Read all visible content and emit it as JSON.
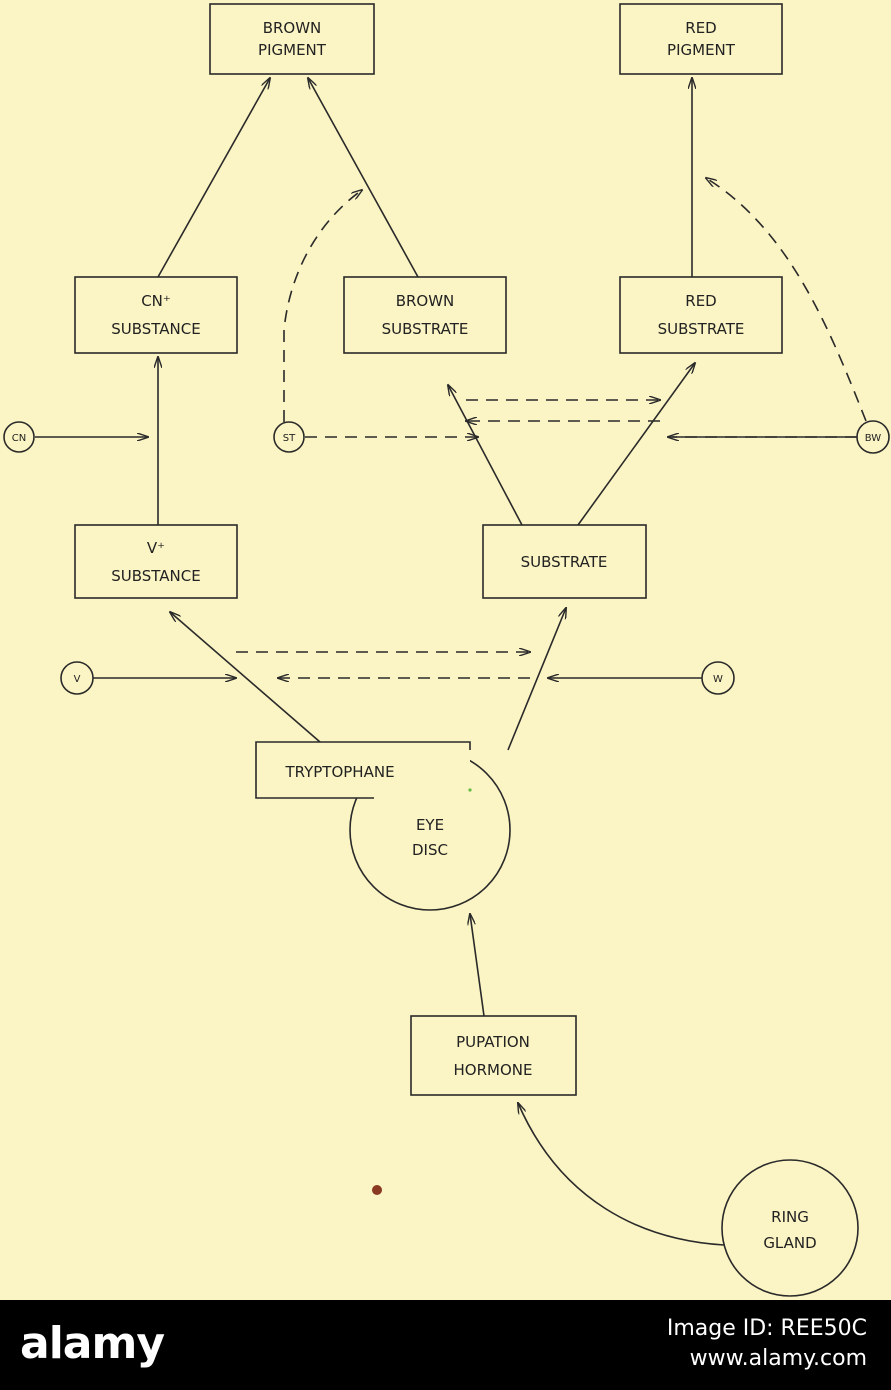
{
  "boxes": {
    "brown_pigment": [
      "BROWN",
      "PIGMENT"
    ],
    "red_pigment": [
      "RED",
      "PIGMENT"
    ],
    "cn_substance": [
      "CN⁺",
      "SUBSTANCE"
    ],
    "brown_substrate": [
      "BROWN",
      "SUBSTRATE"
    ],
    "red_substrate": [
      "RED",
      "SUBSTRATE"
    ],
    "v_substance": [
      "V⁺",
      "SUBSTANCE"
    ],
    "substrate": [
      "SUBSTRATE"
    ],
    "tryptophane": [
      "TRYPTOPHANE"
    ],
    "pupation_hormone": [
      "PUPATION",
      "HORMONE"
    ]
  },
  "circles": {
    "eye_disc": [
      "EYE",
      "DISC"
    ],
    "ring_gland": [
      "RING",
      "GLAND"
    ],
    "cn": "CN",
    "st": "ST",
    "bw": "BW",
    "v": "V",
    "w": "W"
  },
  "footer": {
    "brand": "alamy",
    "image_id": "Image ID: REE50C",
    "url": "www.alamy.com"
  }
}
